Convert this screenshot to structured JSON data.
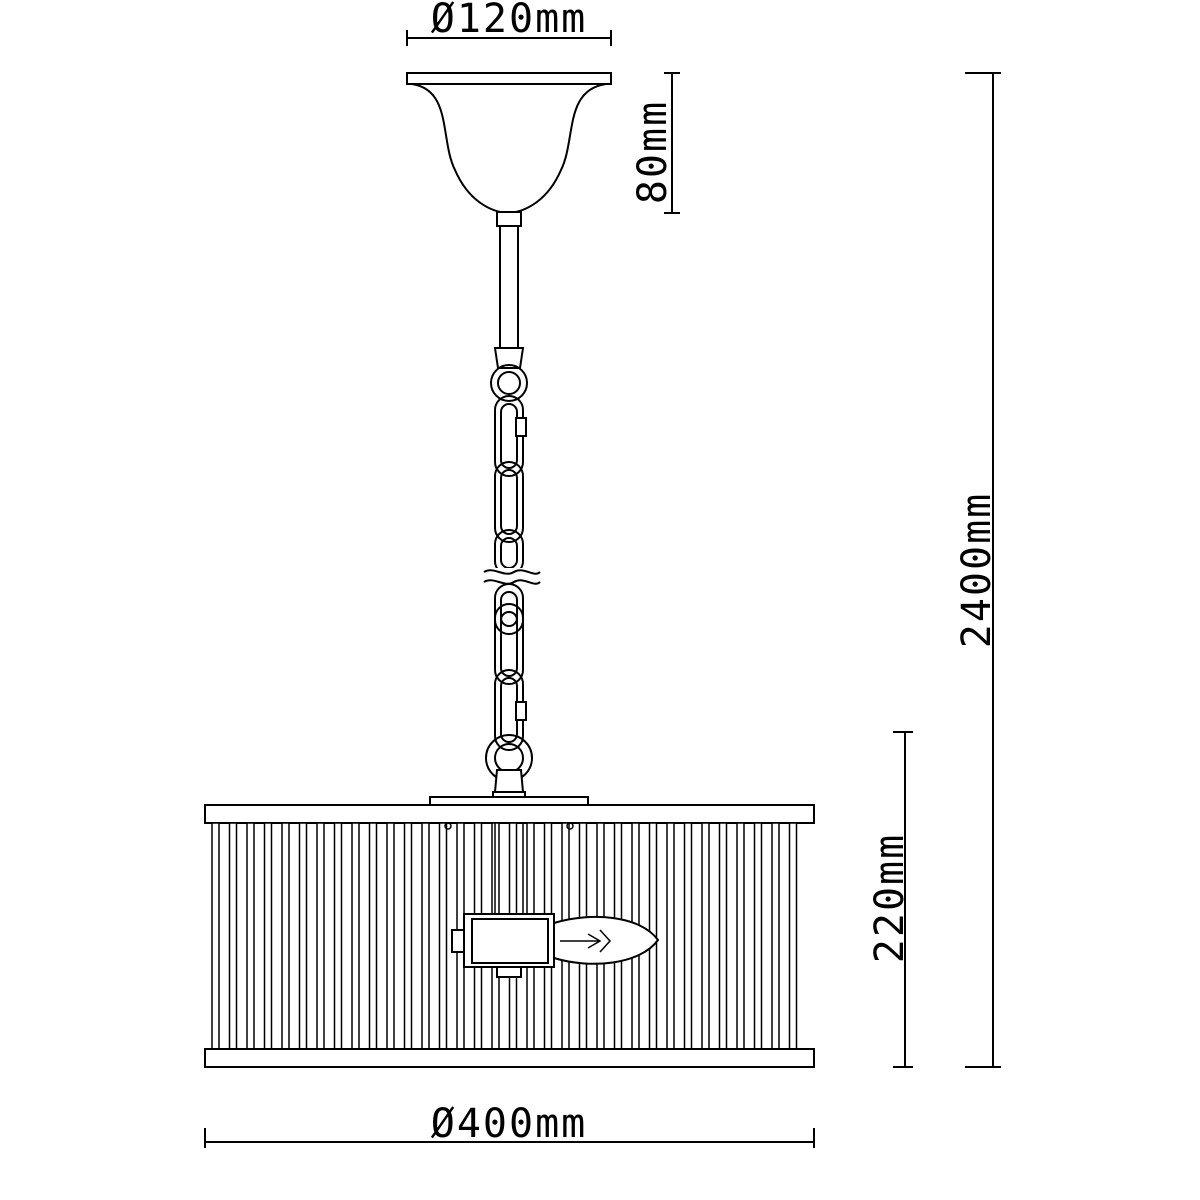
{
  "dimensions": {
    "canopy_diameter": "Ø120mm",
    "canopy_height": "80mm",
    "total_height": "2400mm",
    "shade_height": "220mm",
    "shade_diameter": "Ø400mm"
  },
  "colors": {
    "line": "#000000",
    "background": "#ffffff"
  }
}
